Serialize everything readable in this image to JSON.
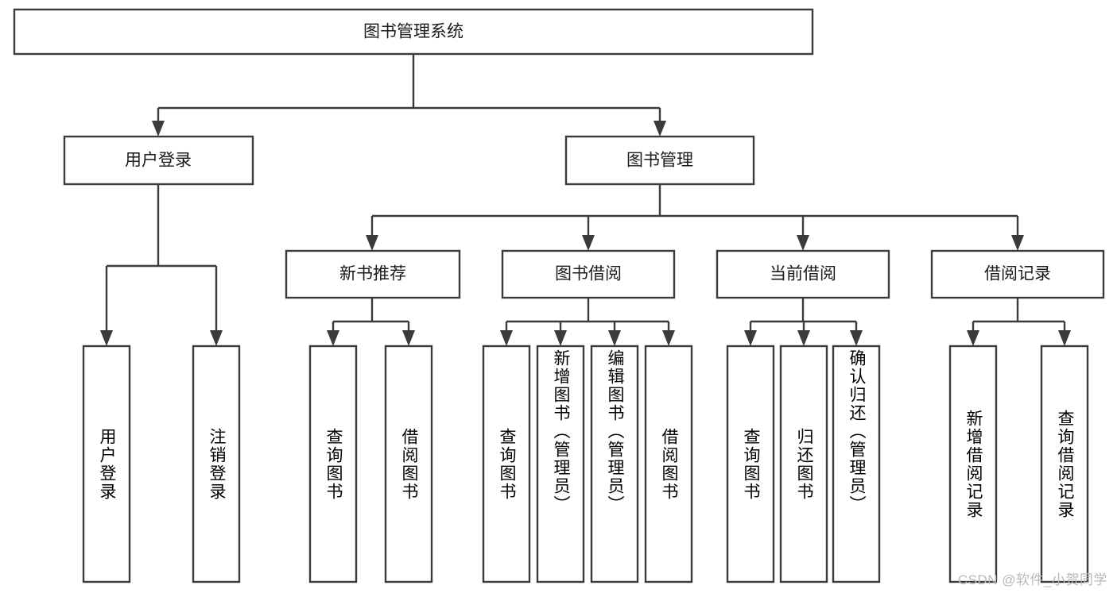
{
  "diagram": {
    "type": "tree-hierarchy",
    "title": "图书管理系统",
    "orientation": "top-down",
    "style": {
      "box_fill": "#ffffff",
      "box_stroke": "#3b3b3b",
      "line_color": "#3b3b3b",
      "text_color": "#1a1a1a",
      "background": "#ffffff"
    },
    "levels": [
      {
        "level": 1,
        "nodes": [
          {
            "id": "root",
            "label": "图书管理系统",
            "orientation": "horizontal"
          }
        ]
      },
      {
        "level": 2,
        "nodes": [
          {
            "id": "login",
            "label": "用户登录",
            "orientation": "horizontal",
            "parent": "root"
          },
          {
            "id": "bookmgmt",
            "label": "图书管理",
            "orientation": "horizontal",
            "parent": "root"
          }
        ]
      },
      {
        "level": 3,
        "nodes": [
          {
            "id": "newbook",
            "label": "新书推荐",
            "orientation": "horizontal",
            "parent": "bookmgmt"
          },
          {
            "id": "borrow",
            "label": "图书借阅",
            "orientation": "horizontal",
            "parent": "bookmgmt"
          },
          {
            "id": "current",
            "label": "当前借阅",
            "orientation": "horizontal",
            "parent": "bookmgmt"
          },
          {
            "id": "record",
            "label": "借阅记录",
            "orientation": "horizontal",
            "parent": "bookmgmt"
          }
        ]
      },
      {
        "level": 4,
        "nodes": [
          {
            "id": "leaf-1",
            "label": "用户登录",
            "orientation": "vertical",
            "parent": "login"
          },
          {
            "id": "leaf-2",
            "label": "注销登录",
            "orientation": "vertical",
            "parent": "login"
          },
          {
            "id": "leaf-3",
            "label": "查询图书",
            "orientation": "vertical",
            "parent": "newbook"
          },
          {
            "id": "leaf-4",
            "label": "借阅图书",
            "orientation": "vertical",
            "parent": "newbook"
          },
          {
            "id": "leaf-5",
            "label": "查询图书",
            "orientation": "vertical",
            "parent": "borrow"
          },
          {
            "id": "leaf-6",
            "label": "新增图书（管理员）",
            "orientation": "vertical",
            "parent": "borrow"
          },
          {
            "id": "leaf-7",
            "label": "编辑图书（管理员）",
            "orientation": "vertical",
            "parent": "borrow"
          },
          {
            "id": "leaf-8",
            "label": "借阅图书",
            "orientation": "vertical",
            "parent": "borrow"
          },
          {
            "id": "leaf-9",
            "label": "查询图书",
            "orientation": "vertical",
            "parent": "current"
          },
          {
            "id": "leaf-10",
            "label": "归还图书",
            "orientation": "vertical",
            "parent": "current"
          },
          {
            "id": "leaf-11",
            "label": "确认归还（管理员）",
            "orientation": "vertical",
            "parent": "current"
          },
          {
            "id": "leaf-12",
            "label": "新增借阅记录",
            "orientation": "vertical",
            "parent": "record"
          },
          {
            "id": "leaf-13",
            "label": "查询借阅记录",
            "orientation": "vertical",
            "parent": "record"
          }
        ]
      }
    ]
  },
  "watermark": {
    "text": "CSDN @软件_小贺同学"
  }
}
